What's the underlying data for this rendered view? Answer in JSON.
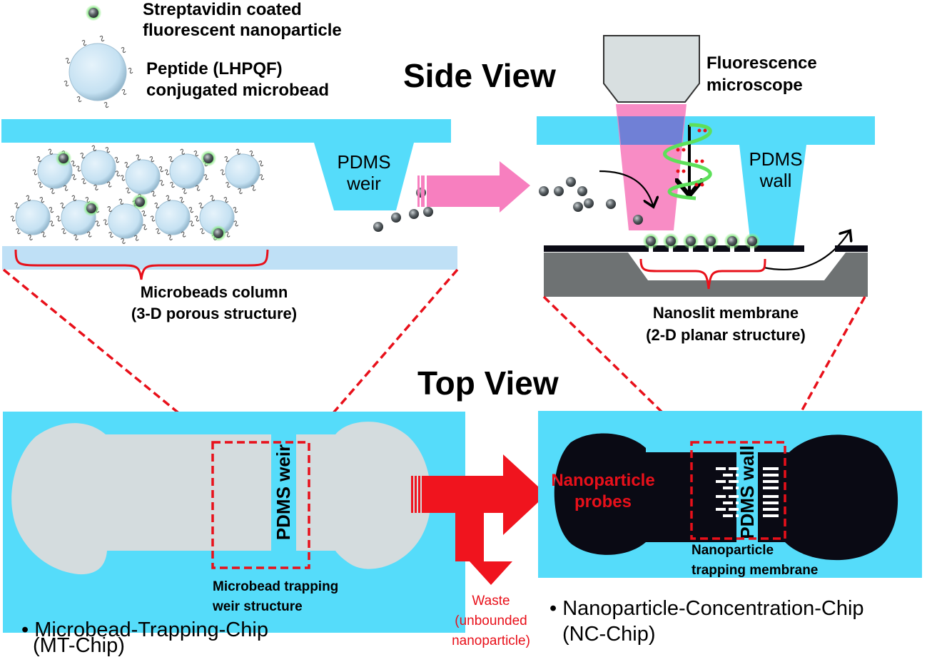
{
  "legend": {
    "nanoparticle_line1": "Streptavidin coated",
    "nanoparticle_line2": "fluorescent nanoparticle",
    "microbead_line1": "Peptide (LHPQF)",
    "microbead_line2": "conjugated microbead"
  },
  "titles": {
    "side_view": "Side View",
    "top_view": "Top View"
  },
  "side_left": {
    "weir_line1": "PDMS",
    "weir_line2": "weir",
    "caption_line1": "Microbeads column",
    "caption_line2": "(3-D porous structure)"
  },
  "side_right": {
    "microscope_line1": "Fluorescence",
    "microscope_line2": "microscope",
    "wall_line1": "PDMS",
    "wall_line2": "wall",
    "caption_line1": "Nanoslit membrane",
    "caption_line2": "(2-D planar structure)"
  },
  "top_left": {
    "weir_label": "PDMS weir",
    "caption_line1": "Microbead trapping",
    "caption_line2": "weir structure",
    "chip_line1": "• Microbead-Trapping-Chip",
    "chip_line2": "(MT-Chip)"
  },
  "top_right": {
    "probes_line1": "Nanoparticle",
    "probes_line2": "probes",
    "wall_label": "PDMS wall",
    "caption_line1": "Nanoparticle",
    "caption_line2": "trapping membrane",
    "chip_line1": "• Nanoparticle-Concentration-Chip",
    "chip_line2": "(NC-Chip)"
  },
  "waste": {
    "line1": "Waste",
    "line2": "(unbounded",
    "line3": "nanoparticle)"
  },
  "colors": {
    "pdms_blue": "#55dcfa",
    "bead_blue": "#c8e4f4",
    "glass_blue": "#bfe0f6",
    "accent_red": "#e8101a",
    "arrow_pink": "#f77fbf",
    "fluor_green": "#5de05a",
    "chamber_gray": "#d4dcde",
    "membrane_black": "#0a0a14",
    "substrate_gray": "#6e7273"
  }
}
